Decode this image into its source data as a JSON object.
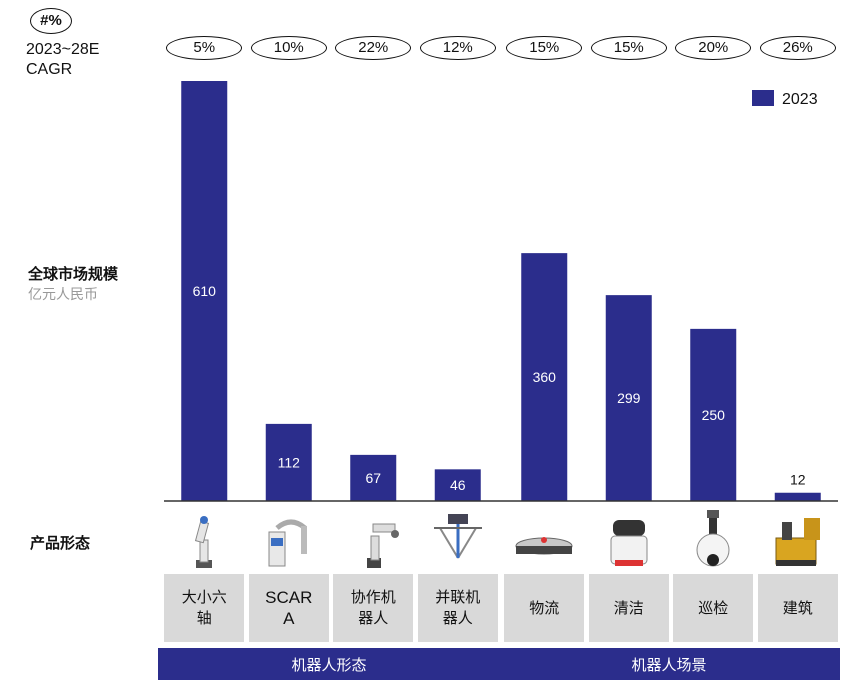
{
  "unit_badge": "#%",
  "cagr_label_lines": [
    "2023~28E",
    "CAGR"
  ],
  "ylabel_main": "全球市场规模",
  "ylabel_unit": "亿元人民币",
  "product_label": "产品形态",
  "colors": {
    "bar": "#2b2d8c",
    "box": "#d9d9d9",
    "axis": "#333333"
  },
  "chart_data": {
    "type": "bar",
    "categories": [
      "大小六轴",
      "SCARA",
      "协作机器人",
      "并联机器人",
      "物流",
      "清洁",
      "巡检",
      "建筑"
    ],
    "series": [
      {
        "name": "2023",
        "values": [
          610,
          112,
          67,
          46,
          360,
          299,
          250,
          12
        ]
      }
    ],
    "cagr": [
      "5%",
      "10%",
      "22%",
      "12%",
      "15%",
      "15%",
      "20%",
      "26%"
    ],
    "data_labels": [
      "610",
      "112",
      "67",
      "46",
      "360",
      "299",
      "250",
      "12"
    ],
    "ylim": [
      0,
      610
    ],
    "legend_position": "top-right",
    "grid": false
  },
  "groups": [
    {
      "label": "机器人形态",
      "span": [
        0,
        3
      ]
    },
    {
      "label": "机器人场景",
      "span": [
        4,
        7
      ]
    }
  ],
  "product_icons": [
    "six-axis-arm-icon",
    "scara-robot-icon",
    "collaborative-robot-icon",
    "parallel-robot-icon",
    "logistics-agv-icon",
    "cleaning-robot-icon",
    "inspection-robot-icon",
    "construction-robot-icon"
  ]
}
